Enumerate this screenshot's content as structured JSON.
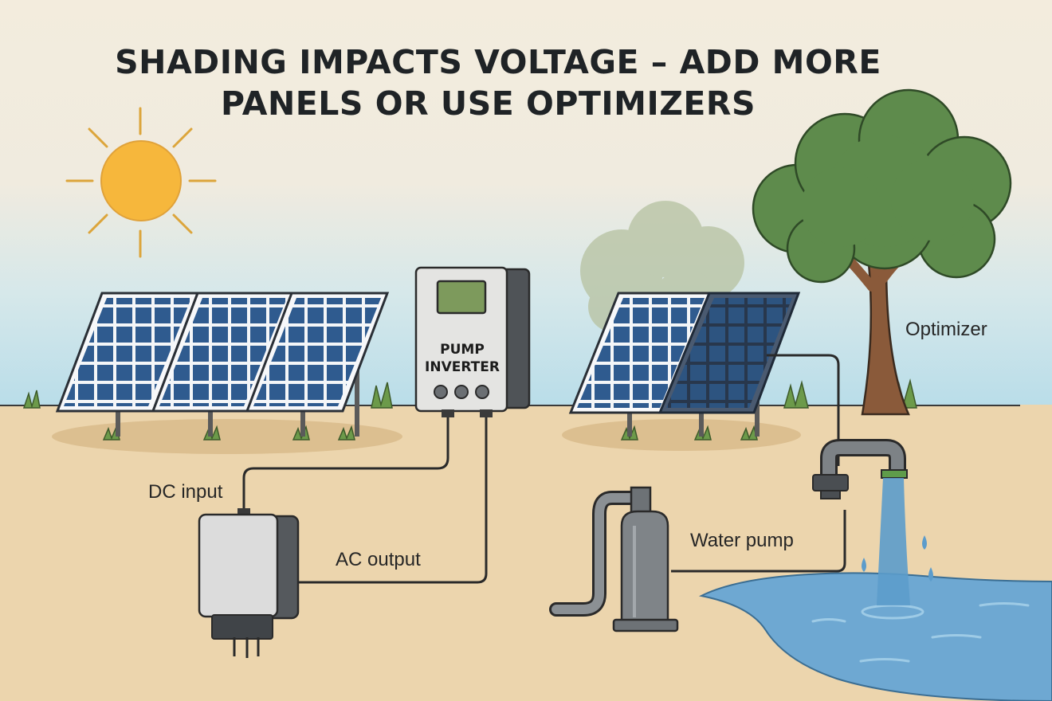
{
  "title": {
    "line1": "SHADING IMPACTS VOLTAGE – ADD MORE",
    "line2": "PANELS OR USE OPTIMIZERS"
  },
  "labels": {
    "inverter_line1": "PUMP",
    "inverter_line2": "INVERTER",
    "optimizer": "Optimizer",
    "dc_input": "DC input",
    "ac_output": "AC output",
    "water_pump": "Water pump"
  },
  "colors": {
    "background": "#f3ecdd",
    "sky_band": "#bfe0ea",
    "ground": "#ecd5ad",
    "sun": "#f6b73c",
    "panel_cell": "#2f5b8f",
    "panel_shaded": "#284a73",
    "tree_foliage": "#5e8b4c",
    "trunk": "#8a5a3a",
    "water": "#6ea8d2",
    "pipe": "#7d8286"
  },
  "icons": [
    "sun-icon",
    "solar-panel-icon",
    "pump-inverter-icon",
    "optimizer-box-icon",
    "water-pump-icon",
    "tree-icon",
    "faucet-pipe-icon",
    "pond-icon"
  ]
}
